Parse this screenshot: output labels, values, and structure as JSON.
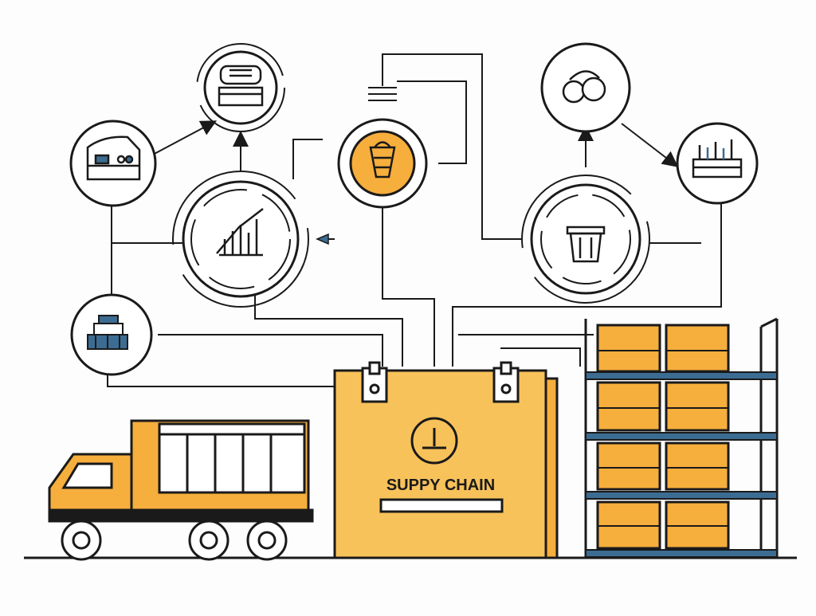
{
  "colors": {
    "ink": "#1a1a1a",
    "accent": "#f6ae3c",
    "accent_light": "#f8c25a",
    "blue": "#3c6c92",
    "background": "#fdfdfd"
  },
  "box": {
    "label": "SUPPY CHAIN",
    "icon": "dock-icon"
  },
  "nodes": [
    {
      "id": "cash-register",
      "icon": "cash-register-icon"
    },
    {
      "id": "delivery-van",
      "icon": "delivery-van-icon"
    },
    {
      "id": "analytics",
      "icon": "bar-chart-icon"
    },
    {
      "id": "shopping-basket",
      "icon": "shopping-basket-icon"
    },
    {
      "id": "produce",
      "icon": "produce-icon"
    },
    {
      "id": "factory",
      "icon": "factory-icon"
    },
    {
      "id": "shopping-cart",
      "icon": "shopping-cart-icon"
    },
    {
      "id": "inventory",
      "icon": "inventory-stack-icon"
    }
  ],
  "truck": {
    "icon": "delivery-truck-icon"
  },
  "shelf": {
    "icon": "pallet-rack-icon"
  }
}
